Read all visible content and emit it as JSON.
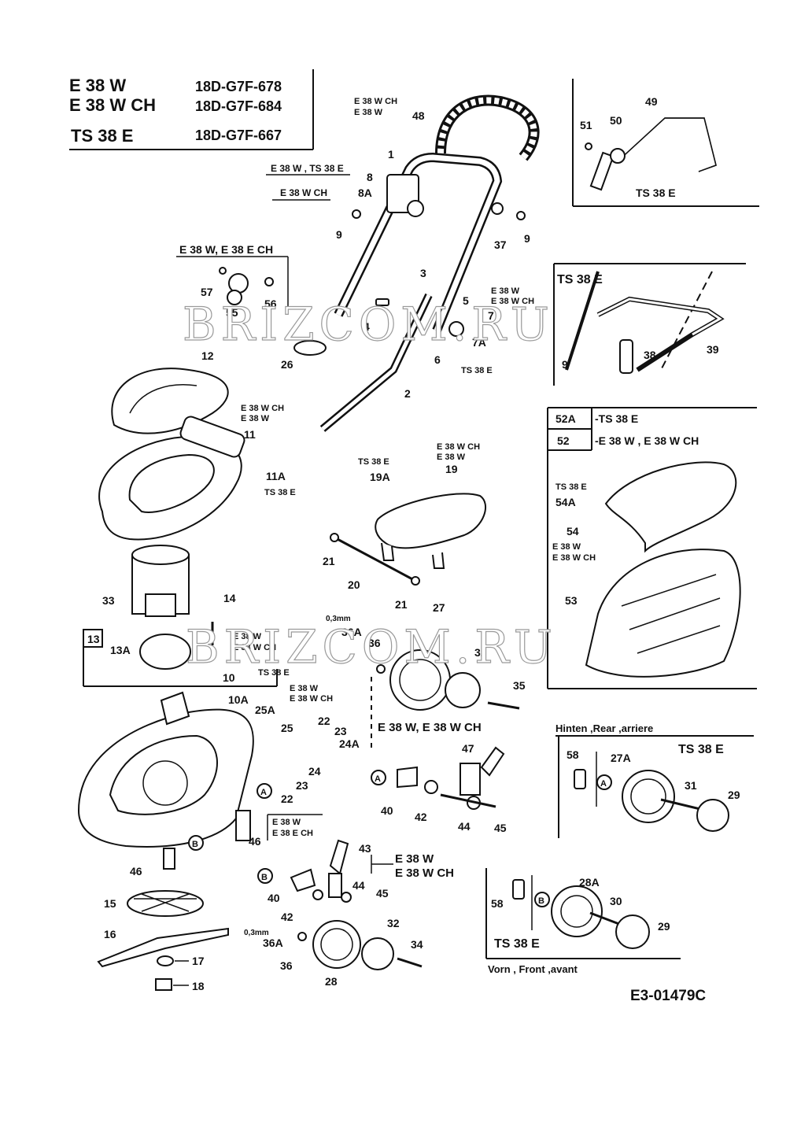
{
  "models": [
    {
      "name": "E 38 W",
      "number": "18D-G7F-678"
    },
    {
      "name": "E 38 W CH",
      "number": "18D-G7F-684"
    },
    {
      "name": "TS 38 E",
      "number": "18D-G7F-667"
    }
  ],
  "labels": {
    "ts38e": "TS 38 E",
    "e38w": "E 38 W",
    "e38wch": "E 38 W CH",
    "e38ech": "E 38 E CH",
    "e38w_ts38e": "E 38 W , TS 38 E",
    "e38w_e38ech": "E 38 W, E 38 E CH",
    "e38w_e38wch": "E 38 W, E 38 W CH",
    "dash_ts38e": "-TS 38 E",
    "dash_e38w_e38wch": "-E 38 W , E 38 W CH",
    "rear_caption": "Hinten ,Rear ,arriere",
    "front_caption": "Vorn , Front ,avant",
    "spacing": "0,3mm",
    "drawing_code": "E3-01479C"
  },
  "markers": {
    "a": "A",
    "b": "B"
  },
  "parts": {
    "1": "1",
    "2": "2",
    "3": "3",
    "4": "4",
    "5": "5",
    "6": "6",
    "7": "7",
    "7A": "7A",
    "8": "8",
    "8A": "8A",
    "9": "9",
    "10": "10",
    "10A": "10A",
    "11": "11",
    "11A": "11A",
    "12": "12",
    "13": "13",
    "13A": "13A",
    "14": "14",
    "15": "15",
    "16": "16",
    "17": "17",
    "18": "18",
    "19": "19",
    "19A": "19A",
    "20": "20",
    "21": "21",
    "22": "22",
    "23": "23",
    "24": "24",
    "24A": "24A",
    "25": "25",
    "25A": "25A",
    "26": "26",
    "27": "27",
    "27A": "27A",
    "28": "28",
    "28A": "28A",
    "29": "29",
    "30": "30",
    "31": "31",
    "32": "32",
    "33": "33",
    "34": "34",
    "35": "35",
    "36": "36",
    "36A": "36A",
    "37": "37",
    "38": "38",
    "39": "39",
    "40": "40",
    "42": "42",
    "43": "43",
    "44": "44",
    "45": "45",
    "46": "46",
    "47": "47",
    "48": "48",
    "49": "49",
    "50": "50",
    "51": "51",
    "52": "52",
    "52A": "52A",
    "53": "53",
    "54": "54",
    "54A": "54A",
    "55": "55",
    "56": "56",
    "57": "57",
    "58": "58"
  },
  "watermark": "BRIZCOM.RU"
}
